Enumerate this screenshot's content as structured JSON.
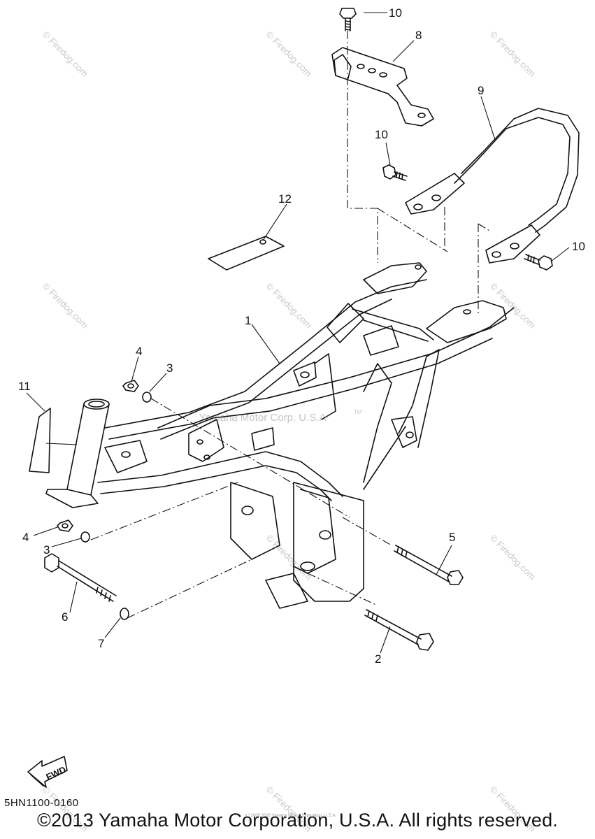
{
  "diagram": {
    "callouts": {
      "p1": "1",
      "p2": "2",
      "p3a": "3",
      "p3b": "3",
      "p4a": "4",
      "p4b": "4",
      "p5": "5",
      "p6": "6",
      "p7": "7",
      "p8": "8",
      "p9": "9",
      "p10a": "10",
      "p10b": "10",
      "p10c": "10",
      "p11": "11",
      "p12": "12"
    },
    "fwd_label": "FWD",
    "watermarks": {
      "site": "© Firedog.com",
      "center": "Yamaha Motor Corp. U.S.A",
      "tm": "TM",
      "small": "(c) 2005 2016 Yamaha Motor Corporation, U.S.A."
    }
  },
  "footer": {
    "ref_code": "5HN1100-0160",
    "copyright": "©2013 Yamaha Motor Corporation, U.S.A. All rights reserved."
  }
}
